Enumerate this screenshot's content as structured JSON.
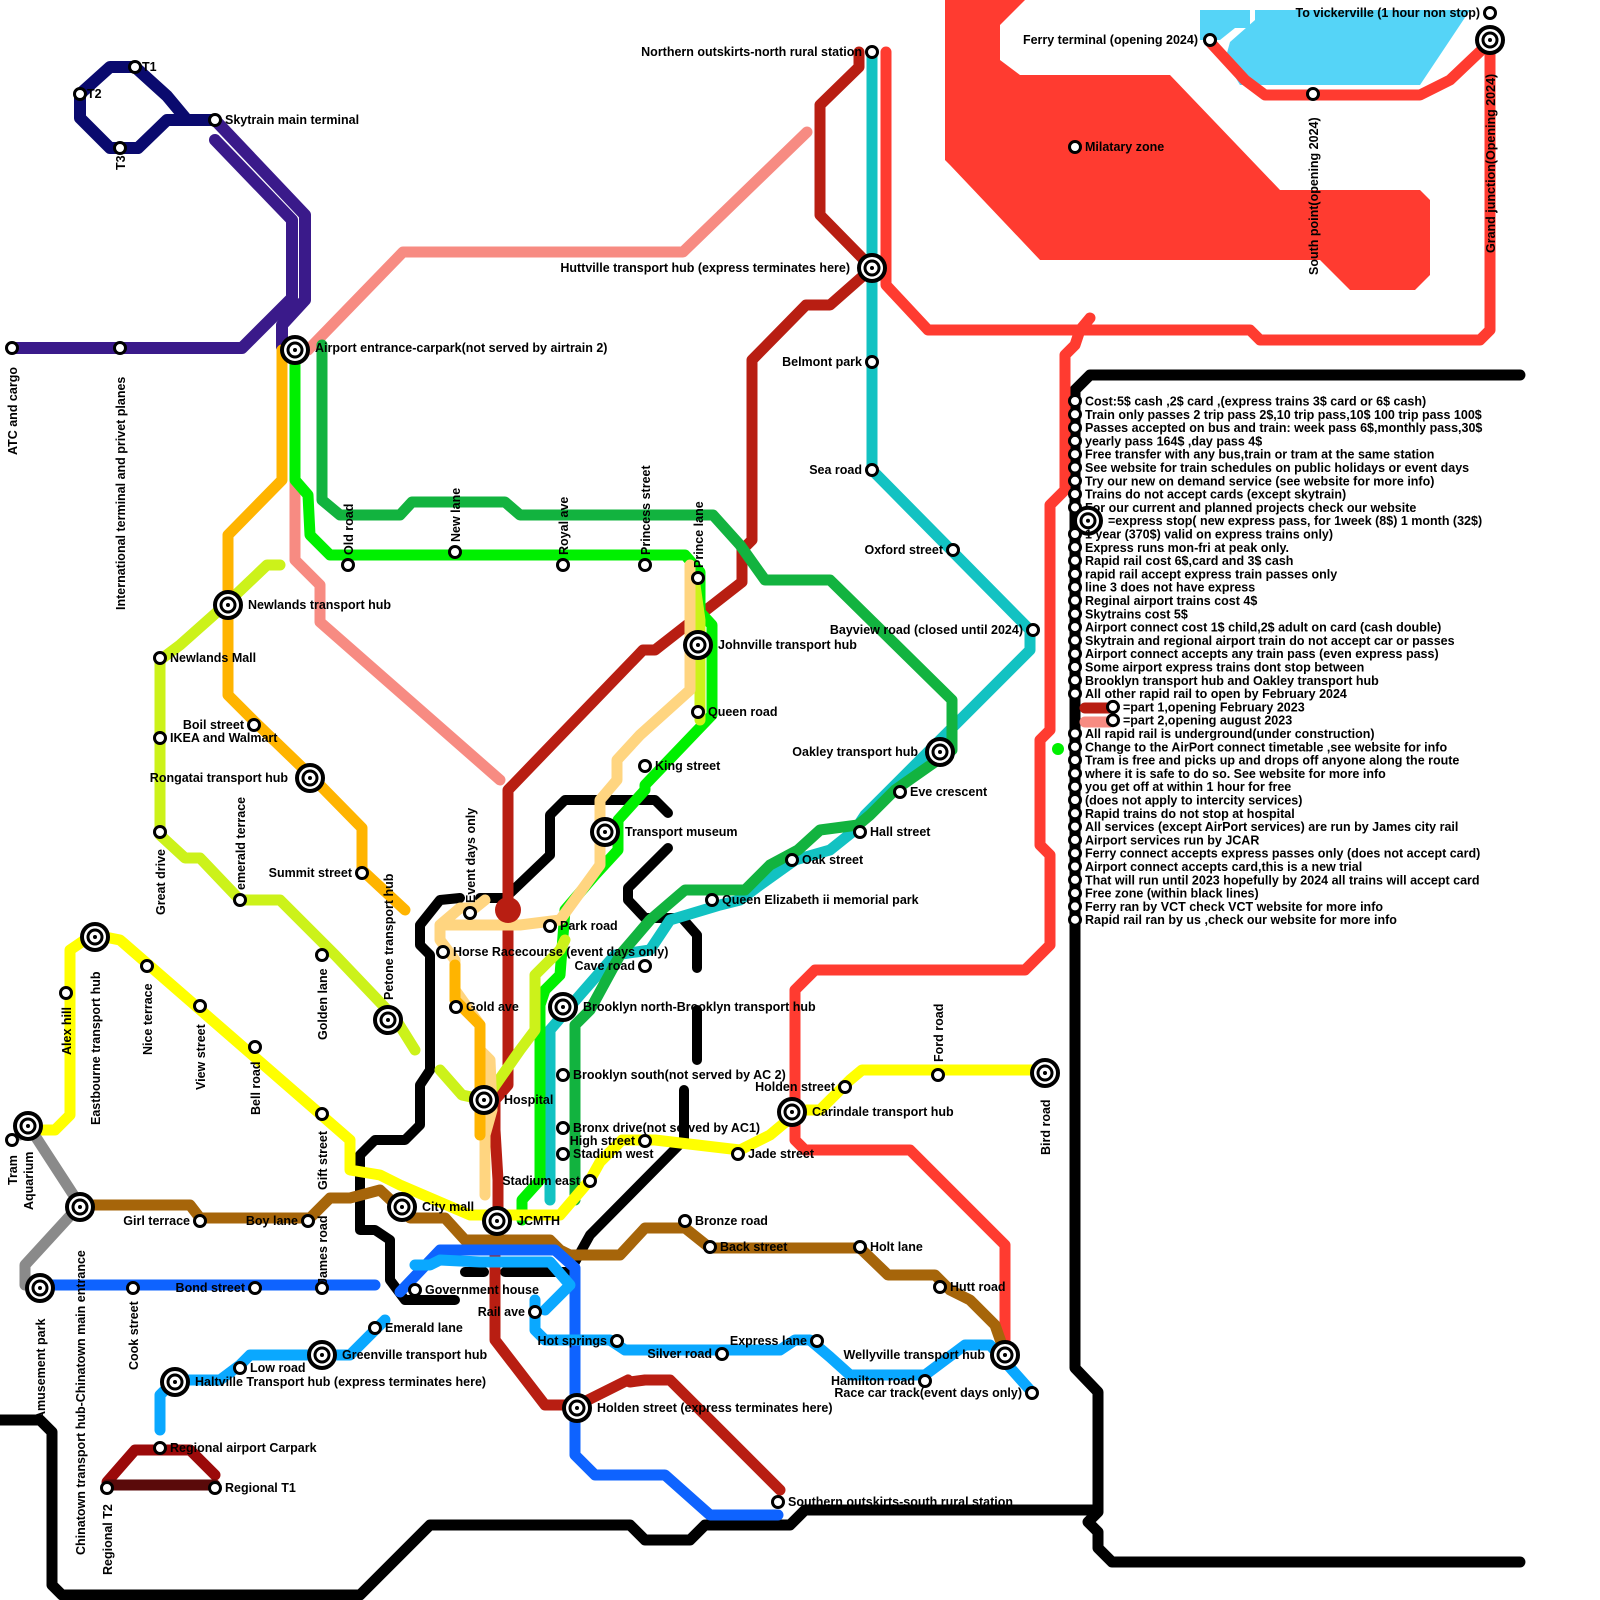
{
  "colors": {
    "skytrain": "#0a0a6e",
    "skytrain_branch": "#3a1a8a",
    "zone_black": "#000000",
    "military_zone": "#ff3b30",
    "water": "#55d4f7",
    "salmon": "#f78b82",
    "dark_red": "#b81e12",
    "red": "#ff3b30",
    "teal": "#12c2c2",
    "green": "#12b33f",
    "lime": "#00f000",
    "yellow_green": "#ccf21a",
    "yellow": "#ffff00",
    "orange": "#ffb400",
    "light_orange": "#ffd580",
    "brown": "#a6650a",
    "blue": "#0e63ff",
    "light_blue": "#0aa8ff",
    "grey": "#8a8a8a",
    "regional_red": "#9b0a0a",
    "regional_dark": "#5a0a0a"
  },
  "stations": {
    "t1": "T1",
    "t2": "T2",
    "t3": "T3",
    "skytrain_main": "Skytrain main terminal",
    "atc_cargo": "ATC and cargo",
    "international": "International terminal and privet planes",
    "airport_entrance": "Airport entrance-carpark(not served by airtrain 2)",
    "northern": "Northern outskirts-north rural station",
    "huttville": "Huttville transport hub (express terminates here)",
    "belmont": "Belmont park",
    "sea_road": "Sea road",
    "oxford": "Oxford street",
    "bayview": "Bayview road (closed until 2024)",
    "oakley": "Oakley transport hub",
    "eve": "Eve crescent",
    "hall": "Hall street",
    "oak": "Oak street",
    "qe2": "Queen Elizabeth ii memorial park",
    "ferry": "Ferry terminal (opening 2024)",
    "vickerville": "To vickerville (1 hour non stop)",
    "military": "Milatary zone",
    "south_point": "South point(opening 2024)",
    "grand_junction": "Grand junction(Opening 2024)",
    "old_road": "Old road",
    "new_lane": "New lane",
    "royal_ave": "Royal ave",
    "princess": "Princess street",
    "prince_lane": "Prince lane",
    "johnville": "Johnville transport hub",
    "queen_road": "Queen road",
    "king_street": "King street",
    "transport_museum": "Transport museum",
    "newlands_hub": "Newlands transport hub",
    "newlands_mall": "Newlands Mall",
    "boil": "Boil street",
    "ikea": "IKEA and Walmart",
    "rongatai": "Rongatai transport hub",
    "emerald_terrace": "emerald terrace",
    "great_drive": "Great drive",
    "summit": "Summit street",
    "petone": "Petone transport hub",
    "golden_lane": "Golden lane",
    "event_days": "Event days only",
    "horse": "Horse Racecourse (event days only)",
    "gold_ave": "Gold ave",
    "park_road": "Park road",
    "cave_road": "Cave road",
    "brooklyn_north": "Brooklyn north-Brooklyn transport hub",
    "brooklyn_south": "Brooklyn south(not served by AC 2)",
    "bronx": "Bronx drive(not served by AC1)",
    "high_street": "High street",
    "stadium_west": "Stadium west",
    "stadium_east": "Stadium east",
    "jade": "Jade street",
    "hospital": "Hospital",
    "city_mall": "City mall",
    "jcmth": "JCMTH",
    "government": "Government house",
    "eastbourne": "Eastbourne transport hub",
    "alex_hill": "Alex hill",
    "nice_terrace": "Nice terrace",
    "view_street": "View street",
    "bell_road": "Bell road",
    "gift_street": "Gift street",
    "aquarium": "Aquarium",
    "tram": "Tram",
    "chinatown": "Chinatown transport hub-Chinatown main entrance",
    "girl_terrace": "Girl terrace",
    "boy_lane": "Boy lane",
    "james_road": "James road",
    "amusement": "Amusement park",
    "cook_street": "Cook street",
    "bond_street": "Bond street",
    "emerald_lane": "Emerald lane",
    "greenville": "Greenville transport hub",
    "low_road": "Low road",
    "haltville": "Haltville Transport hub (express terminates here)",
    "regional_carpark": "Regional airport Carpark",
    "regional_t1": "Regional T1",
    "regional_t2": "Regional T2",
    "rail_ave": "Rail ave",
    "hot_springs": "Hot springs",
    "silver_road": "Silver road",
    "express_lane": "Express lane",
    "wellyville": "Wellyville transport hub",
    "hamilton": "Hamilton road",
    "race_car": "Race car track(event days only)",
    "holden_street_express": "Holden street (express terminates here)",
    "southern": "Southern outskirts-south rural station",
    "bronze": "Bronze road",
    "back_street": "Back street",
    "holt_lane": "Holt lane",
    "hutt_road": "Hutt road",
    "holden_street": "Holden street",
    "carindale": "Carindale transport hub",
    "ford_road": "Ford road",
    "bird_road": "Bird road"
  },
  "notes": [
    "Cost:5$ cash ,2$ card ,(express trains 3$ card or 6$ cash)",
    "Train only passes 2 trip pass 2$,10 trip pass,10$ 100 trip pass 100$",
    "Passes accepted on bus and train: week pass 6$,monthly pass,30$",
    "yearly pass 164$ ,day pass 4$",
    "Free transfer with any bus,train or tram at the same station",
    "See website for train schedules on public holidays or event days",
    "Try our new on demand service (see website for more info)",
    "Trains do not accept cards (except skytrain)",
    "For our current and planned projects check our website",
    "=express stop( new express pass, for 1week (8$) 1 month (32$)",
    "1 year (370$) valid on express trains only)",
    "Express runs mon-fri at peak only.",
    "Rapid rail cost 6$,card and 3$ cash",
    "rapid rail accept express train passes only",
    "line 3 does not have express",
    "Reginal airport trains cost 4$",
    "Skytrains cost 5$",
    "Airport connect cost 1$ child,2$ adult on card (cash double)",
    "Skytrain and regional airport train do not accept car or passes",
    "Airport connect accepts any train pass (even express pass)",
    "Some airport express trains dont stop between",
    "Brooklyn transport hub and Oakley transport hub",
    "All other rapid rail to open by February 2024",
    "=part 1,opening February 2023",
    "=part 2,opening august 2023",
    "All rapid rail is underground(under construction)",
    "Change to the AirPort connect timetable ,see website for info",
    "Tram is free and picks up and drops off anyone along the route",
    "where it is safe to do so. See website for more info",
    "you get off at within 1 hour for free",
    "(does not apply to intercity services)",
    "Rapid trains do not stop at hospital",
    "All services (except AirPort services) are run by James city rail",
    "Airport services run by JCAR",
    "Ferry connect accepts express passes only (does not accept card)",
    "Airport connect accepts card,this is a new trial",
    "That will run until 2023 hopefully by 2024 all trains will accept card",
    "Free zone (within black lines)",
    "Ferry ran by VCT check VCT website for more info",
    "Rapid rail ran by us ,check our website for more info"
  ]
}
